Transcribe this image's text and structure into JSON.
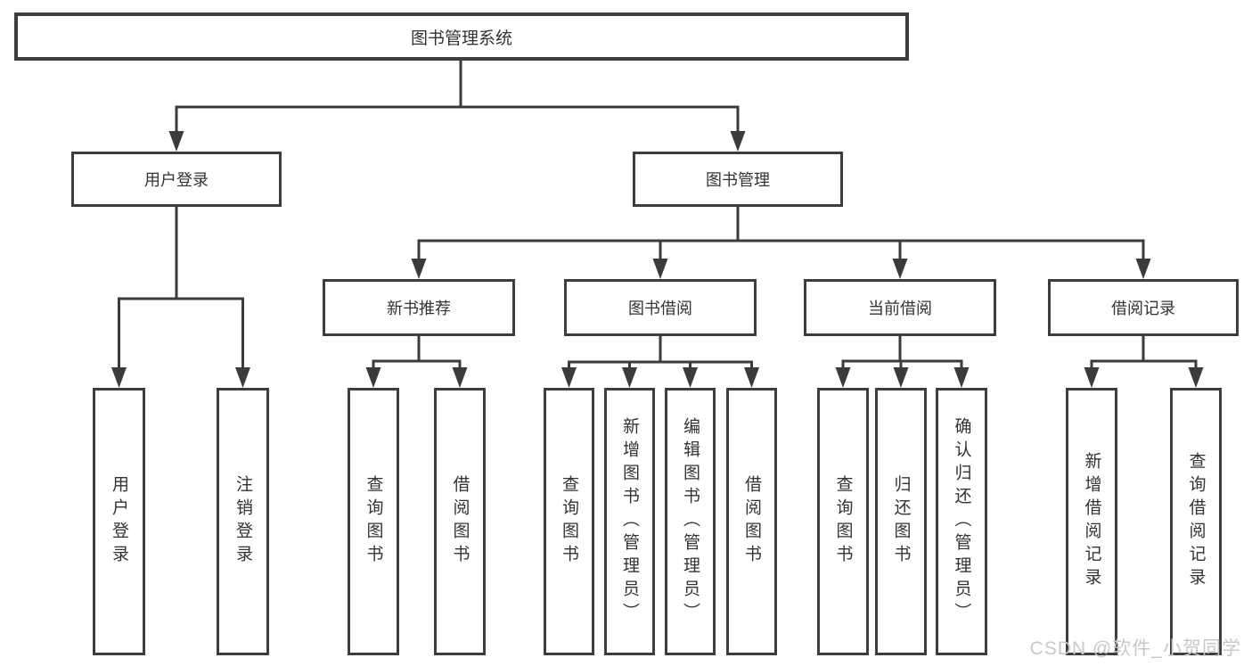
{
  "diagram": {
    "root_label": "图书管理系统",
    "branches": [
      {
        "label": "用户登录",
        "children": [
          {
            "label": "用户登录"
          },
          {
            "label": "注销登录"
          }
        ]
      },
      {
        "label": "图书管理",
        "children": [
          {
            "label": "新书推荐",
            "children": [
              {
                "label": "查询图书"
              },
              {
                "label": "借阅图书"
              }
            ]
          },
          {
            "label": "图书借阅",
            "children": [
              {
                "label": "查询图书"
              },
              {
                "label": "新增图书（管理员）"
              },
              {
                "label": "编辑图书（管理员）"
              },
              {
                "label": "借阅图书"
              }
            ]
          },
          {
            "label": "当前借阅",
            "children": [
              {
                "label": "查询图书"
              },
              {
                "label": "归还图书"
              },
              {
                "label": "确认归还（管理员）"
              }
            ]
          },
          {
            "label": "借阅记录",
            "children": [
              {
                "label": "新增借阅记录"
              },
              {
                "label": "查询借阅记录"
              }
            ]
          }
        ]
      }
    ]
  },
  "watermark": {
    "text": "CSDN @软件_小贺同学"
  },
  "colors": {
    "line": "#3b3b3b",
    "border": "#3d3d3d",
    "text": "#333333",
    "background": "#ffffff",
    "watermark": "#c8c8c8"
  }
}
